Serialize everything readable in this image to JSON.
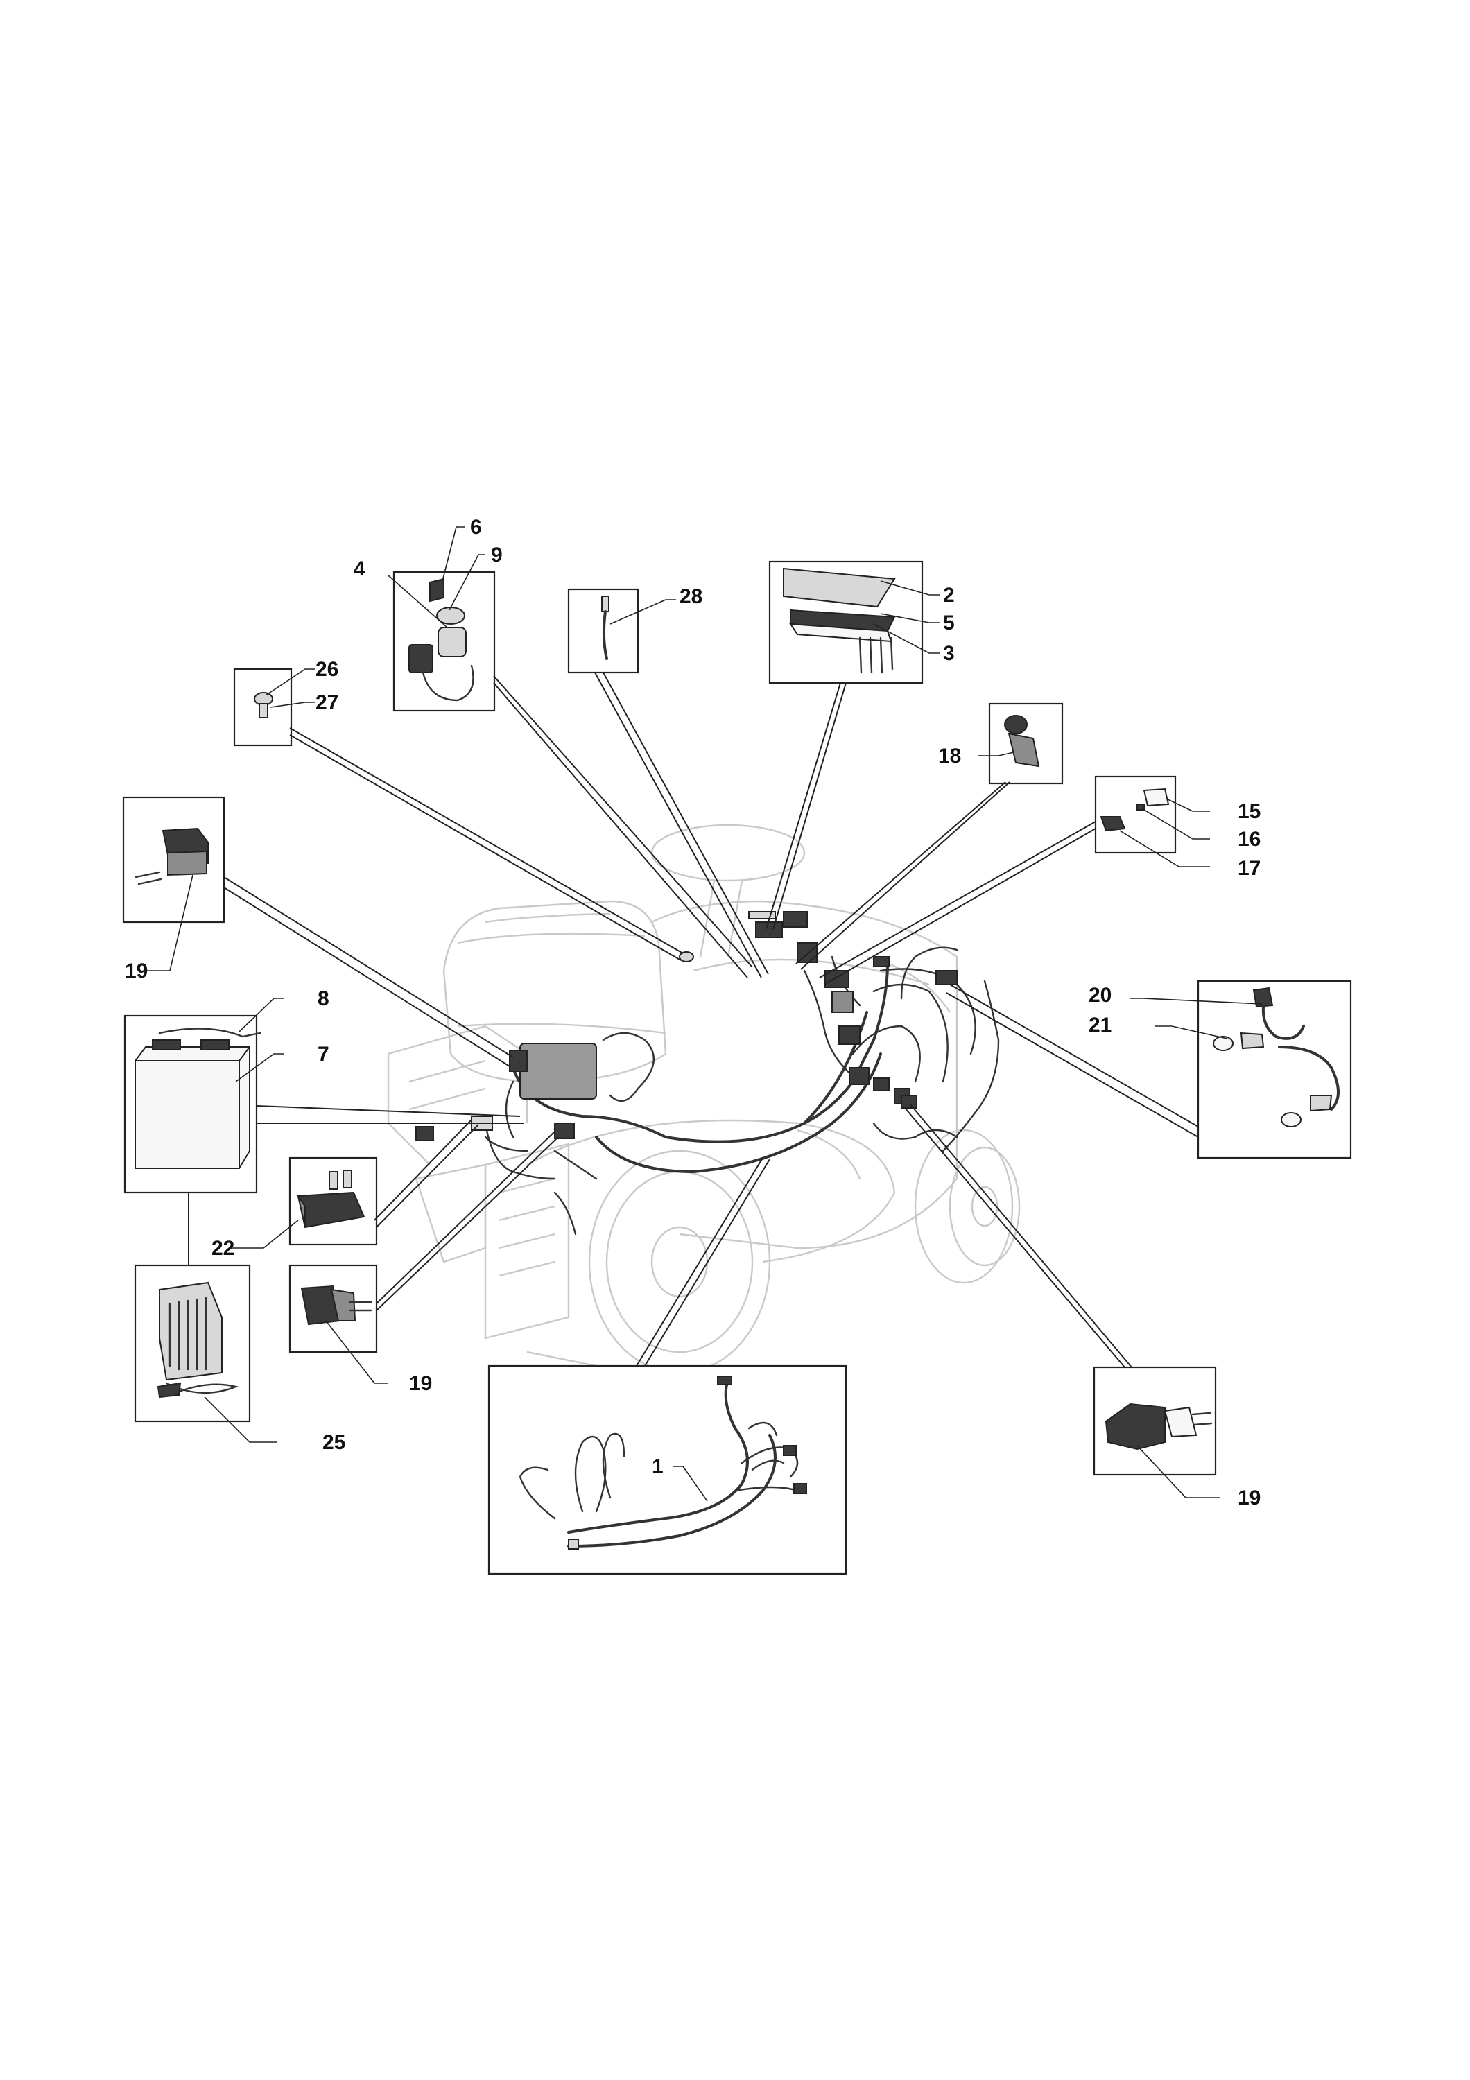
{
  "callouts": {
    "c1": "1",
    "c2": "2",
    "c3": "3",
    "c4": "4",
    "c5": "5",
    "c6": "6",
    "c7": "7",
    "c8": "8",
    "c9": "9",
    "c15": "15",
    "c16": "16",
    "c17": "17",
    "c18": "18",
    "c19a": "19",
    "c19b": "19",
    "c19c": "19",
    "c20": "20",
    "c21": "21",
    "c22": "22",
    "c25": "25",
    "c26": "26",
    "c27": "27",
    "c28": "28"
  },
  "colors": {
    "line": "#222222",
    "ghost": "#c9c9c9",
    "part_dark": "#3a3a3a"
  }
}
